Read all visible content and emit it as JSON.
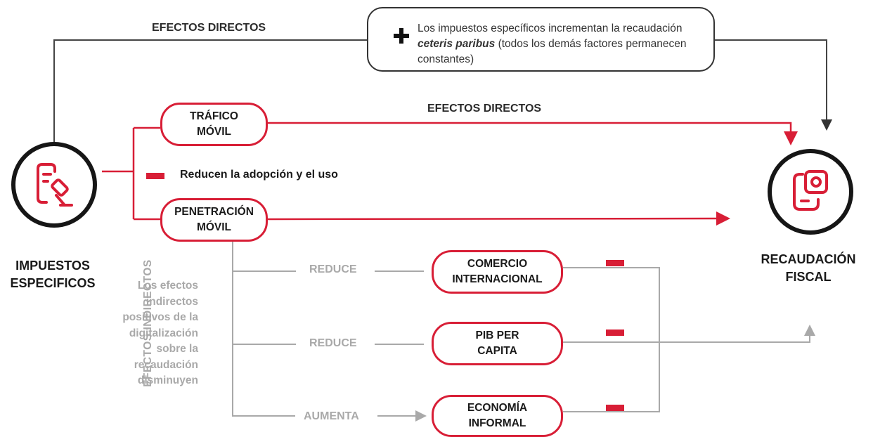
{
  "left_node": {
    "label": "IMPUESTOS\nESPECIFICOS",
    "icon": "document-gavel-icon"
  },
  "right_node": {
    "label": "RECAUDACIÓN\nFISCAL",
    "icon": "phone-coin-icon"
  },
  "top_path": {
    "label": "EFECTOS DIRECTOS",
    "note": {
      "sign": "plus",
      "text_before": "Los impuestos específicos incrementan la recaudación ",
      "text_emphasis": "ceteris paribus",
      "text_after": " (todos los demás factores permanecen constantes)"
    }
  },
  "middle_paths": {
    "label": "EFECTOS DIRECTOS",
    "minus_note": "Reducen la adopción y el uso",
    "nodes": [
      {
        "label": "TRÁFICO\nMÓVIL"
      },
      {
        "label": "PENETRACIÓN\nMÓVIL"
      }
    ]
  },
  "indirect": {
    "vertical_label": "EFECTOS INDIRECTOS",
    "side_note": "Los efectos\nindirectos\npositivos de la\ndigitalización\nsobre la\nrecaudación\ndisminuyen",
    "branches": [
      {
        "verb": "REDUCE",
        "node": "COMERCIO\nINTERNACIONAL",
        "sign": "minus"
      },
      {
        "verb": "REDUCE",
        "node": "PIB PER\nCAPITA",
        "sign": "minus"
      },
      {
        "verb": "AUMENTA",
        "node": "ECONOMÍA\nINFORMAL",
        "sign": "minus"
      }
    ]
  },
  "colors": {
    "accent": "#d81e36",
    "dark": "#161616",
    "grey": "#a9a9a9"
  }
}
